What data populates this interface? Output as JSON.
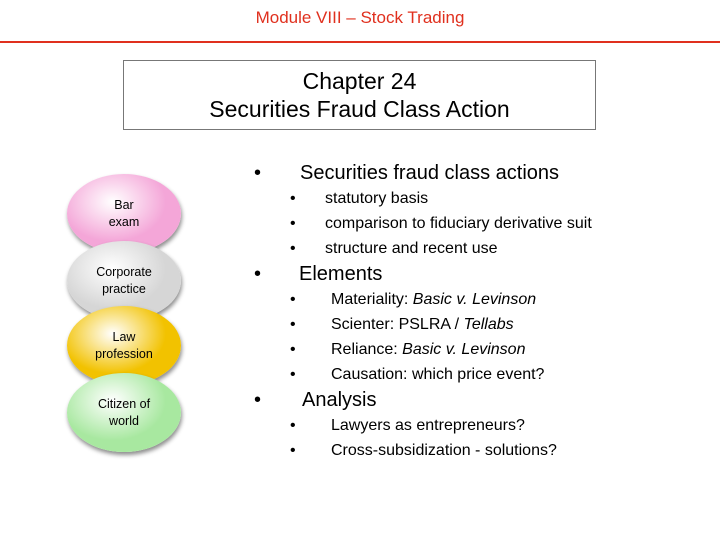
{
  "header": {
    "module_title": "Module VIII – Stock Trading",
    "rule_color": "#e0301e"
  },
  "title": {
    "line1": "Chapter 24",
    "line2": "Securities Fraud Class Action"
  },
  "circles": [
    {
      "line1": "Bar",
      "line2": "exam",
      "color": "#f4a6d8"
    },
    {
      "line1": "Corporate",
      "line2": "practice",
      "color": "#d6d6d6"
    },
    {
      "line1": "Law",
      "line2": "profession",
      "color": "#f2c200"
    },
    {
      "line1": "Citizen of",
      "line2": "world",
      "color": "#a8e8a0"
    }
  ],
  "bullet_glyph": "•",
  "sections": [
    {
      "heading": "Securities fraud class actions",
      "items": [
        {
          "text": "statutory basis"
        },
        {
          "text": "comparison to fiduciary derivative suit"
        },
        {
          "text": "structure and recent use"
        }
      ]
    },
    {
      "heading": "Elements",
      "items": [
        {
          "text": "Materiality: ",
          "italic": "Basic v. Levinson"
        },
        {
          "text": "Scienter: PSLRA / ",
          "italic": "Tellabs"
        },
        {
          "text": "Reliance: ",
          "italic": "Basic v. Levinson"
        },
        {
          "text": "Causation: which price event?"
        }
      ]
    },
    {
      "heading": "Analysis",
      "items": [
        {
          "text": "Lawyers as entrepreneurs?"
        },
        {
          "text": "Cross-subsidization - solutions?"
        }
      ]
    }
  ]
}
